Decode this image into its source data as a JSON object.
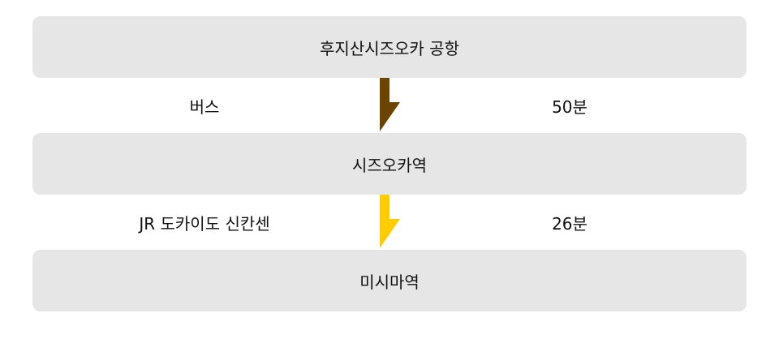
{
  "stations": [
    "후지산시즈오카 공항",
    "시즈오카역",
    "미시마역"
  ],
  "segments": [
    {
      "mode": "버스",
      "time": "50분",
      "color": "#6b4400"
    },
    {
      "mode": "JR 도카이도 신칸센",
      "time": "26분",
      "color": "#ffcc00"
    }
  ]
}
